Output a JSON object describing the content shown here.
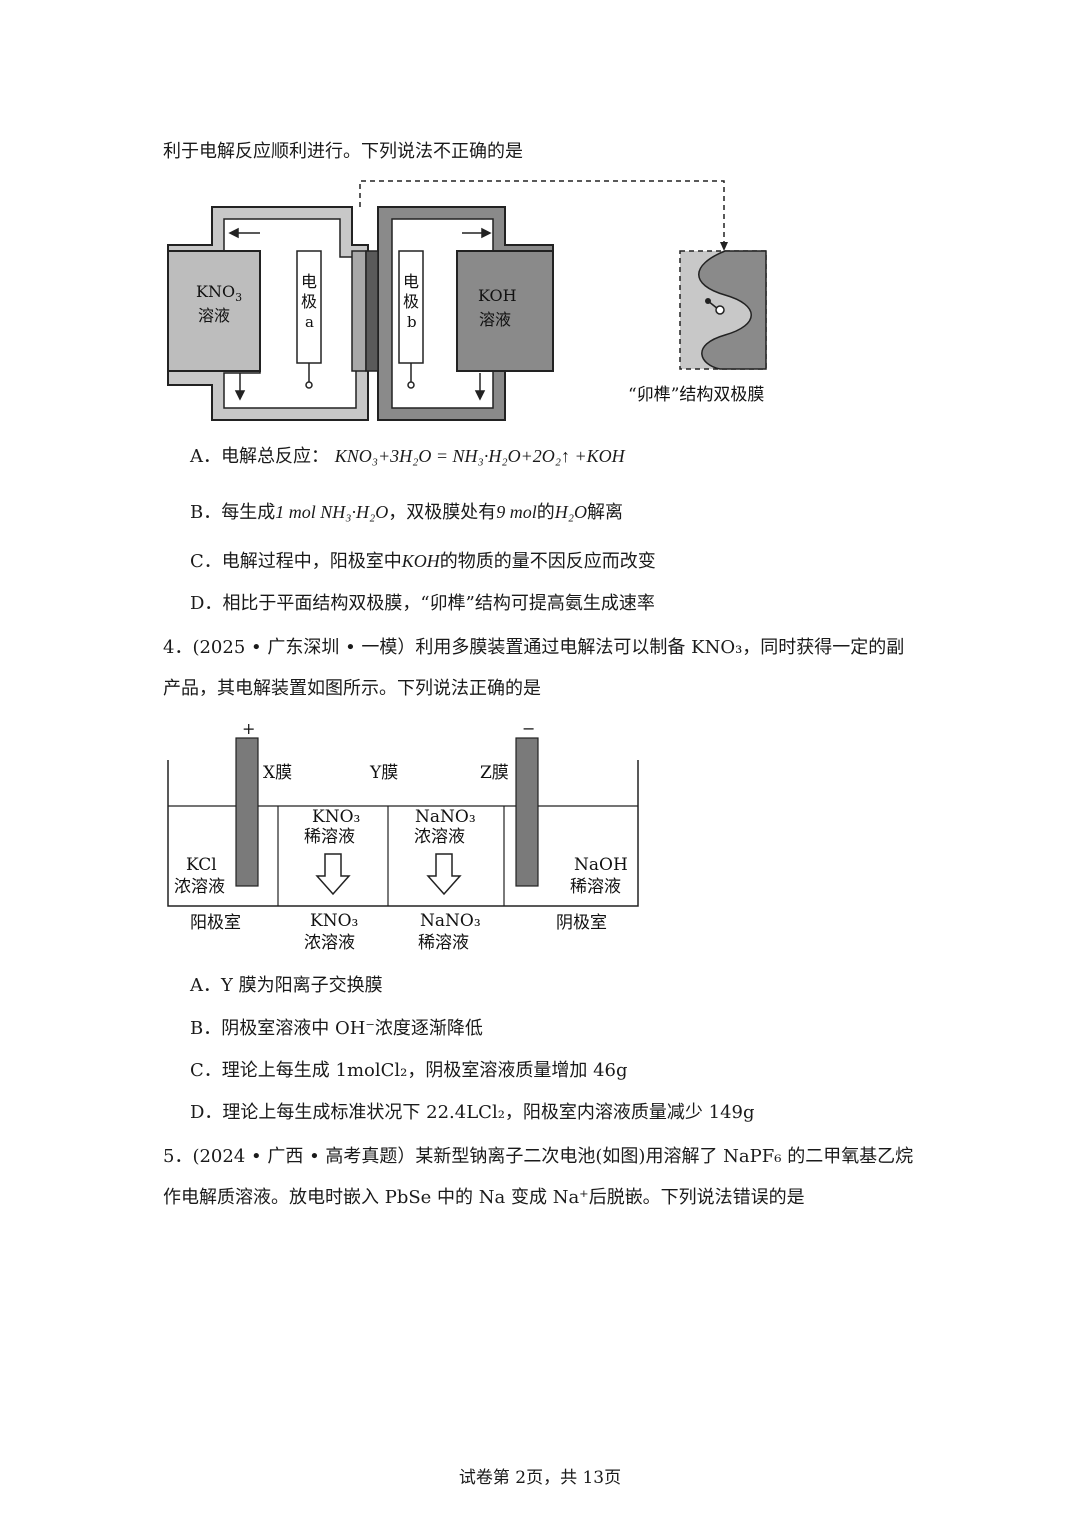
{
  "intro_line": "利于电解反应顺利进行。下列说法不正确的是",
  "fig1": {
    "left_solution_a": "KNO",
    "left_solution_sub": "3",
    "left_solution_b": "溶液",
    "electrode_a": [
      "电",
      "极",
      "a"
    ],
    "electrode_b": [
      "电",
      "极",
      "b"
    ],
    "right_solution_a": "KOH",
    "right_solution_b": "溶液",
    "membrane_caption": "“卯榫”结构双极膜"
  },
  "q3": {
    "options": [
      {
        "letter": "A．",
        "text": "电解总反应：",
        "formula": "KNO₃+3H₂O = NH₃·H₂O+2O₂↑ +KOH"
      },
      {
        "letter": "B．",
        "text_a": "每生成",
        "formula_a": "1 mol NH₃·H₂O",
        "text_b": "，双极膜处有",
        "formula_b": "9 mol",
        "text_c": "的",
        "formula_c": "H₂O",
        "text_d": "解离"
      },
      {
        "letter": "C．",
        "text_a": "电解过程中，阳极室中",
        "formula": "KOH",
        "text_b": "的物质的量不因反应而改变"
      },
      {
        "letter": "D．",
        "text": "相比于平面结构双极膜，“卯榫”结构可提高氨生成速率"
      }
    ]
  },
  "q4": {
    "stem_line1": "4．(2025 • 广东深圳 • 一模）利用多膜装置通过电解法可以制备 KNO₃，同时获得一定的副",
    "stem_line2": "产品，其电解装置如图所示。下列说法正确的是",
    "fig": {
      "plus": "+",
      "minus": "−",
      "x_membrane": "X膜",
      "y_membrane": "Y膜",
      "z_membrane": "Z膜",
      "kcl_a": "KCl",
      "kcl_b": "浓溶液",
      "kno3_top_a": "KNO₃",
      "kno3_top_b": "稀溶液",
      "nano3_top_a": "NaNO₃",
      "nano3_top_b": "浓溶液",
      "naoh_a": "NaOH",
      "naoh_b": "稀溶液",
      "anode_room": "阳极室",
      "kno3_bottom_a": "KNO₃",
      "kno3_bottom_b": "浓溶液",
      "nano3_bottom_a": "NaNO₃",
      "nano3_bottom_b": "稀溶液",
      "cathode_room": "阴极室"
    },
    "options": [
      "A．Y 膜为阳离子交换膜",
      "B．阴极室溶液中 OH⁻浓度逐渐降低",
      "C．理论上每生成 1molCl₂，阴极室溶液质量增加 46g",
      "D．理论上每生成标准状况下 22.4LCl₂，阳极室内溶液质量减少 149g"
    ]
  },
  "q5": {
    "stem_line1": "5．(2024 • 广西 • 高考真题）某新型钠离子二次电池(如图)用溶解了 NaPF₆ 的二甲氧基乙烷",
    "stem_line2": "作电解质溶液。放电时嵌入 PbSe 中的 Na 变成 Na⁺后脱嵌。下列说法错误的是"
  },
  "footer": "试卷第 2页，共 13页"
}
